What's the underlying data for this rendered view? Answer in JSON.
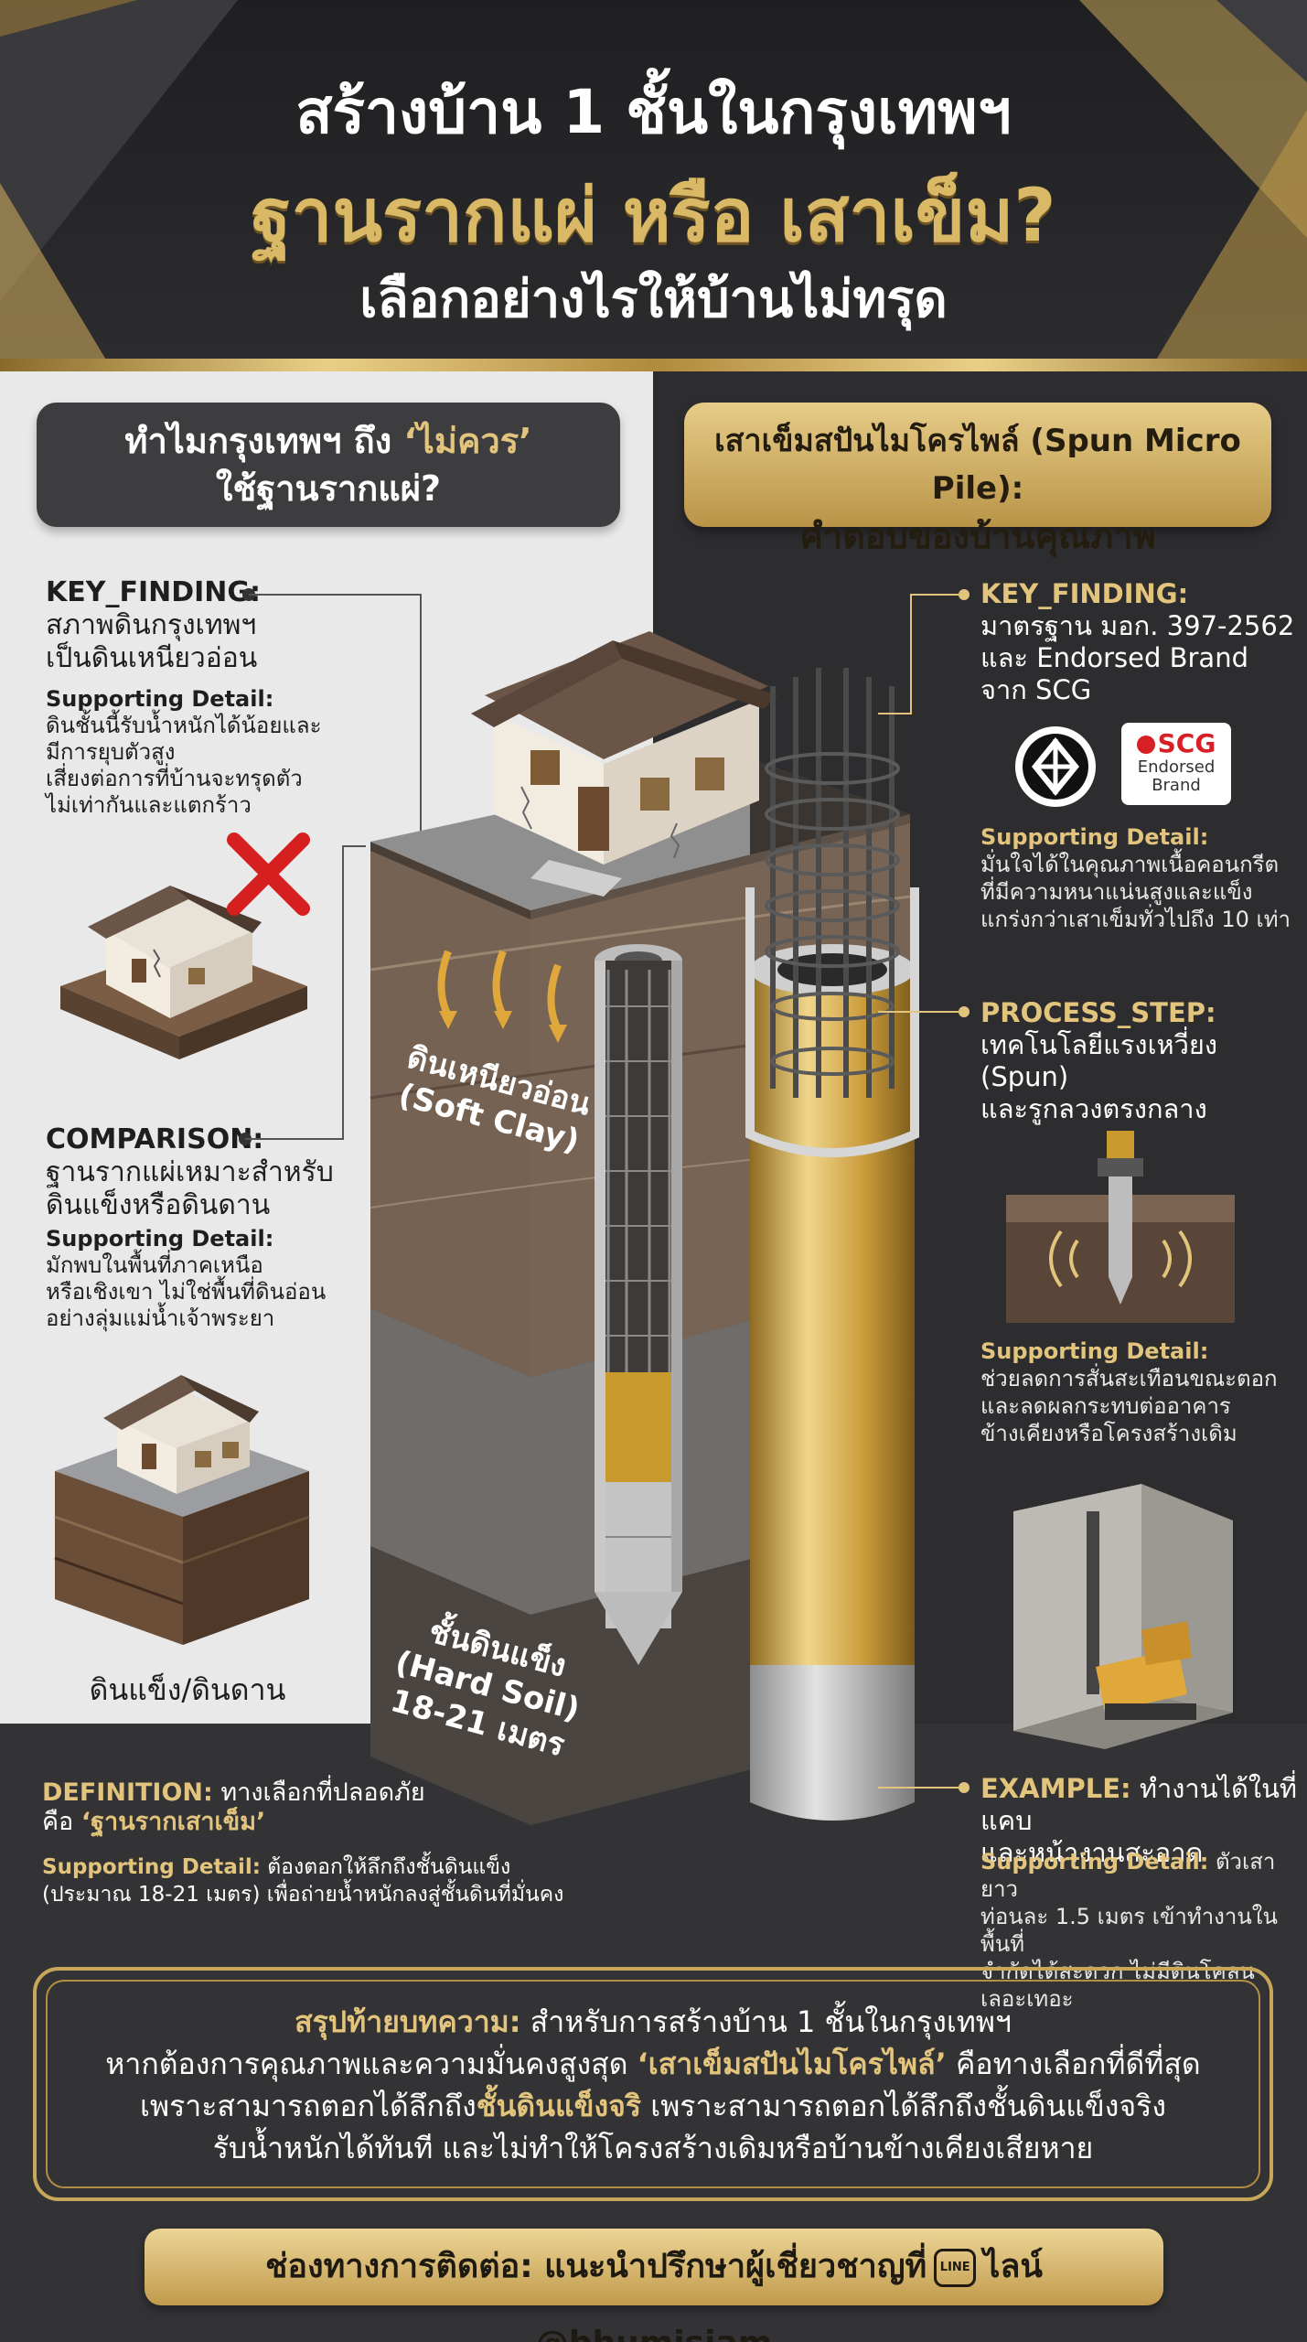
{
  "header": {
    "line1": "สร้างบ้าน 1 ชั้นในกรุงเทพฯ",
    "line2": "ฐานรากแผ่ หรือ เสาเข็ม?",
    "line3": "เลือกอย่างไรให้บ้านไม่ทรุด"
  },
  "left": {
    "pill_line1_pre": "ทำไมกรุงเทพฯ ถึง ",
    "pill_line1_em": "‘ไม่ควร’",
    "pill_line2": "ใช้ฐานรากแผ่?",
    "key1_label": "KEY_FINDING:",
    "key1_l1": "สภาพดินกรุงเทพฯ",
    "key1_l2": "เป็นดินเหนียวอ่อน",
    "sup1_label": "Supporting Detail:",
    "sup1_l1": "ดินชั้นนี้รับน้ำหนักได้น้อยและ",
    "sup1_l2": "มีการยุบตัวสูง",
    "sup1_l3": "เสี่ยงต่อการที่บ้านจะทรุดตัว",
    "sup1_l4": "ไม่เท่ากันและแตกร้าว",
    "cmp_label": "COMPARISON:",
    "cmp_l1": "ฐานรากแผ่เหมาะสำหรับ",
    "cmp_l2": "ดินแข็งหรือดินดาน",
    "sup2_label": "Supporting Detail:",
    "sup2_l1": "มักพบในพื้นที่ภาคเหนือ",
    "sup2_l2": "หรือเชิงเขา ไม่ใช่พื้นที่ดินอ่อน",
    "sup2_l3": "อย่างลุ่มแม่น้ำเจ้าพระยา",
    "caption": "ดินแข็ง/ดินดาน"
  },
  "center": {
    "soft_l1": "ดินเหนียวอ่อน",
    "soft_l2": "(Soft Clay)",
    "hard_l1": "ชั้นดินแข็ง",
    "hard_l2": "(Hard Soil)",
    "hard_l3": "18-21 เมตร"
  },
  "right": {
    "pill_line1": "เสาเข็มสปันไมโครไพล์ (Spun Micro Pile):",
    "pill_line2": "คำตอบของบ้านคุณภาพ",
    "key_label": "KEY_FINDING:",
    "key_l1": "มาตรฐาน มอก. 397-2562",
    "key_l2": "และ Endorsed Brand",
    "key_l3": "จาก SCG",
    "scg_text": "SCG",
    "scg_sub1": "Endorsed",
    "scg_sub2": "Brand",
    "sup1_label": "Supporting Detail:",
    "sup1_l1": "มั่นใจได้ในคุณภาพเนื้อคอนกรีต",
    "sup1_l2": "ที่มีความหนาแน่นสูงและแข็ง",
    "sup1_l3": "แกร่งกว่าเสาเข็มทั่วไปถึง 10 เท่า",
    "proc_label": "PROCESS_STEP:",
    "proc_l1": "เทคโนโลยีแรงเหวี่ยง (Spun)",
    "proc_l2": "และรูกลวงตรงกลาง",
    "sup2_label": "Supporting Detail:",
    "sup2_l1": "ช่วยลดการสั่นสะเทือนขณะตอก",
    "sup2_l2": "และลดผลกระทบต่ออาคาร",
    "sup2_l3": "ข้างเคียงหรือโครงสร้างเดิม",
    "ex_label": "EXAMPLE:",
    "ex_l1": "ทำงานได้ในที่แคบ",
    "ex_l2": "และหน้างานสะอาด",
    "sup3_label": "Supporting Detail:",
    "sup3_l1": "ตัวเสายาว",
    "sup3_l2": "ท่อนละ 1.5 เมตร เข้าทำงานในพื้นที่",
    "sup3_l3": "จำกัดได้สะดวก ไม่มีดินโคลนเลอะเทอะ"
  },
  "definition": {
    "label": "DEFINITION:",
    "l1": "ทางเลือกที่ปลอดภัย",
    "l2_pre": "คือ ",
    "l2_em": "‘ฐานรากเสาเข็ม’",
    "sup_label": "Supporting Detail:",
    "sup_l1": "ต้องตอกให้ลึกถึงชั้นดินแข็ง",
    "sup_l2": "(ประมาณ 18-21 เมตร) เพื่อถ่ายน้ำหนักลงสู่ชั้นดินที่มั่นคง"
  },
  "summary": {
    "label": "สรุปท้ายบทความ:",
    "l1": "สำหรับการสร้างบ้าน 1 ชั้นในกรุงเทพฯ",
    "l2_pre": "หากต้องการคุณภาพและความมั่นคงสูงสุด ",
    "l2_em": "‘เสาเข็มสปันไมโครไพล์’",
    "l2_post": " คือทางเลือกที่ดีที่สุด",
    "l3_pre": "เพราะสามารถตอกได้ลึกถึง",
    "l3_em": "ชั้นดินแข็งจริ",
    "l3_post": " เพราะสามารถตอกได้ลึกถึงชั้นดินแข็งจริง",
    "l4": "รับน้ำหนักได้ทันที และไม่ทำให้โครงสร้างเดิมหรือบ้านข้างเคียงเสียหาย"
  },
  "contact": {
    "label": "ช่องทางการติดต่อ: แนะนำปรึกษาผู้เชี่ยวชาญที่",
    "line_icon": "LINE",
    "handle": "ไลน์ @bhumisiam"
  }
}
